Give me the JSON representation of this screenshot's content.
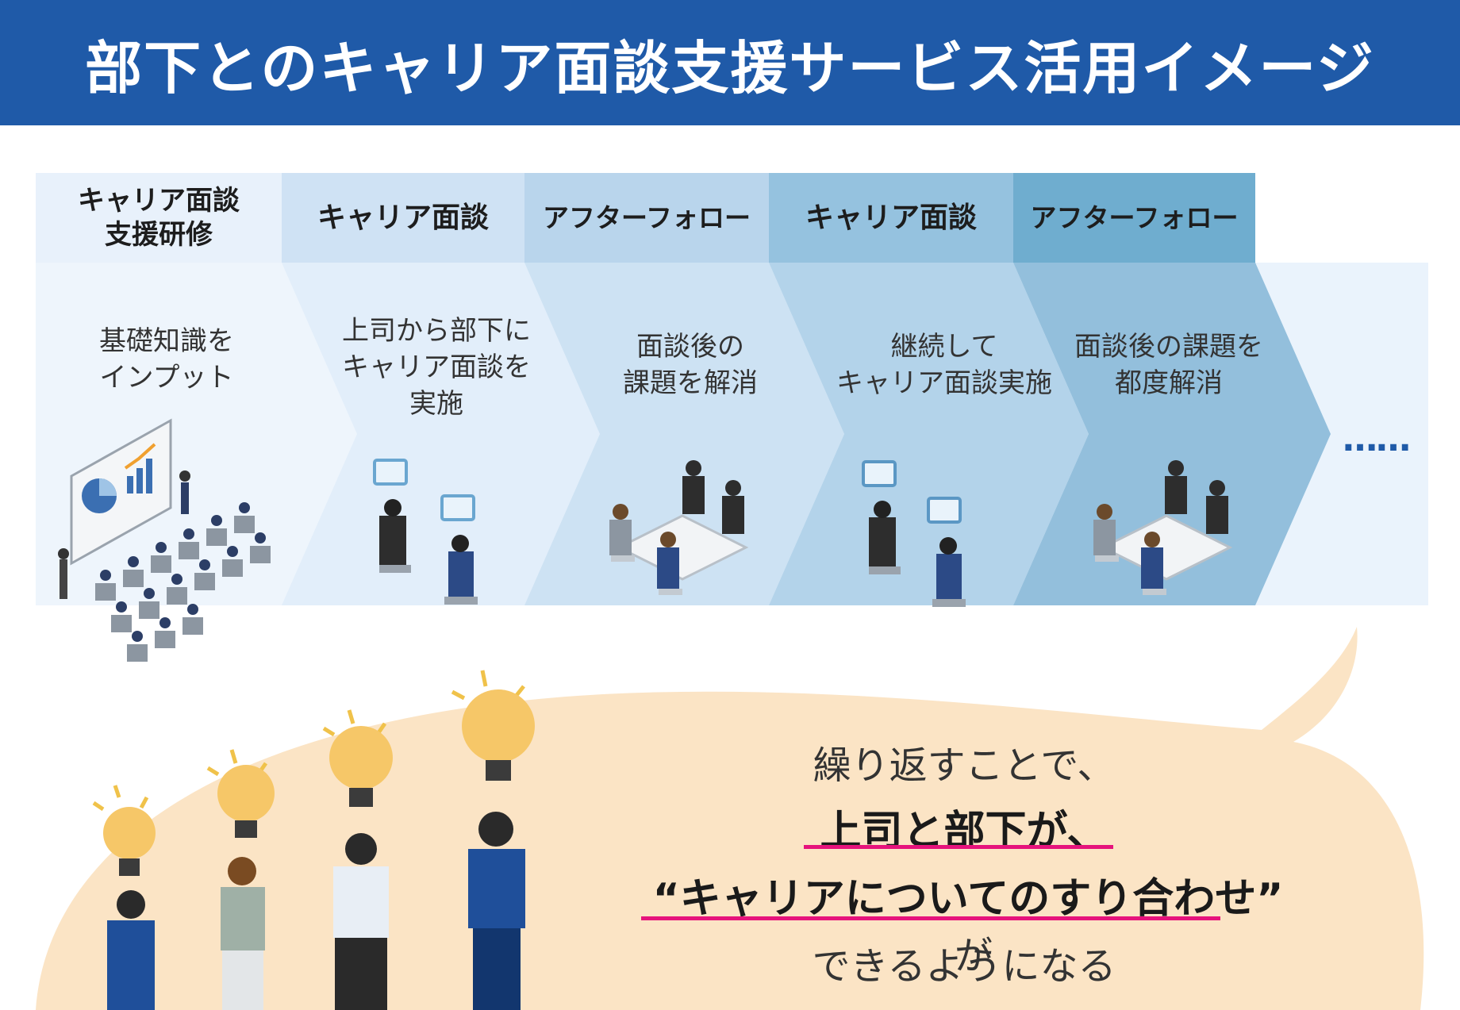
{
  "header": {
    "title": "部下とのキャリア面談支援サービス活用イメージ"
  },
  "steps": [
    {
      "label": "キャリア面談\n支援研修",
      "description": "基礎知識を\nインプット"
    },
    {
      "label": "キャリア面談",
      "description": "上司から部下に\nキャリア面談を\n実施"
    },
    {
      "label": "アフターフォロー",
      "description": "面談後の\n課題を解消"
    },
    {
      "label": "キャリア面談",
      "description": "継続して\nキャリア面談実施"
    },
    {
      "label": "アフターフォロー",
      "description": "面談後の課題を\n都度解消"
    }
  ],
  "ellipsis": "……",
  "message": {
    "line1": "繰り返すことで、",
    "line2": "上司と部下が、",
    "line3_strong": "“キャリアについてのすり合わせ”",
    "line3_tail": "が",
    "line4": "できるようになる"
  },
  "colors": {
    "header": "#1f5aa8",
    "step_headers": [
      "#e8f1fb",
      "#cfe2f4",
      "#b9d5ec",
      "#95c2df",
      "#6fadcf"
    ],
    "step_bodies": [
      "#eef5fc",
      "#e2eefa",
      "#cde2f3",
      "#b3d3ea",
      "#93bfdc"
    ],
    "bubble": "#fbe4c5",
    "underline": "#e6137c"
  },
  "icons": [
    "presentation-seminar-icon",
    "one-on-one-meeting-icon",
    "group-meeting-icon",
    "one-on-one-meeting-icon",
    "group-meeting-icon",
    "lightbulb-people-icon"
  ]
}
